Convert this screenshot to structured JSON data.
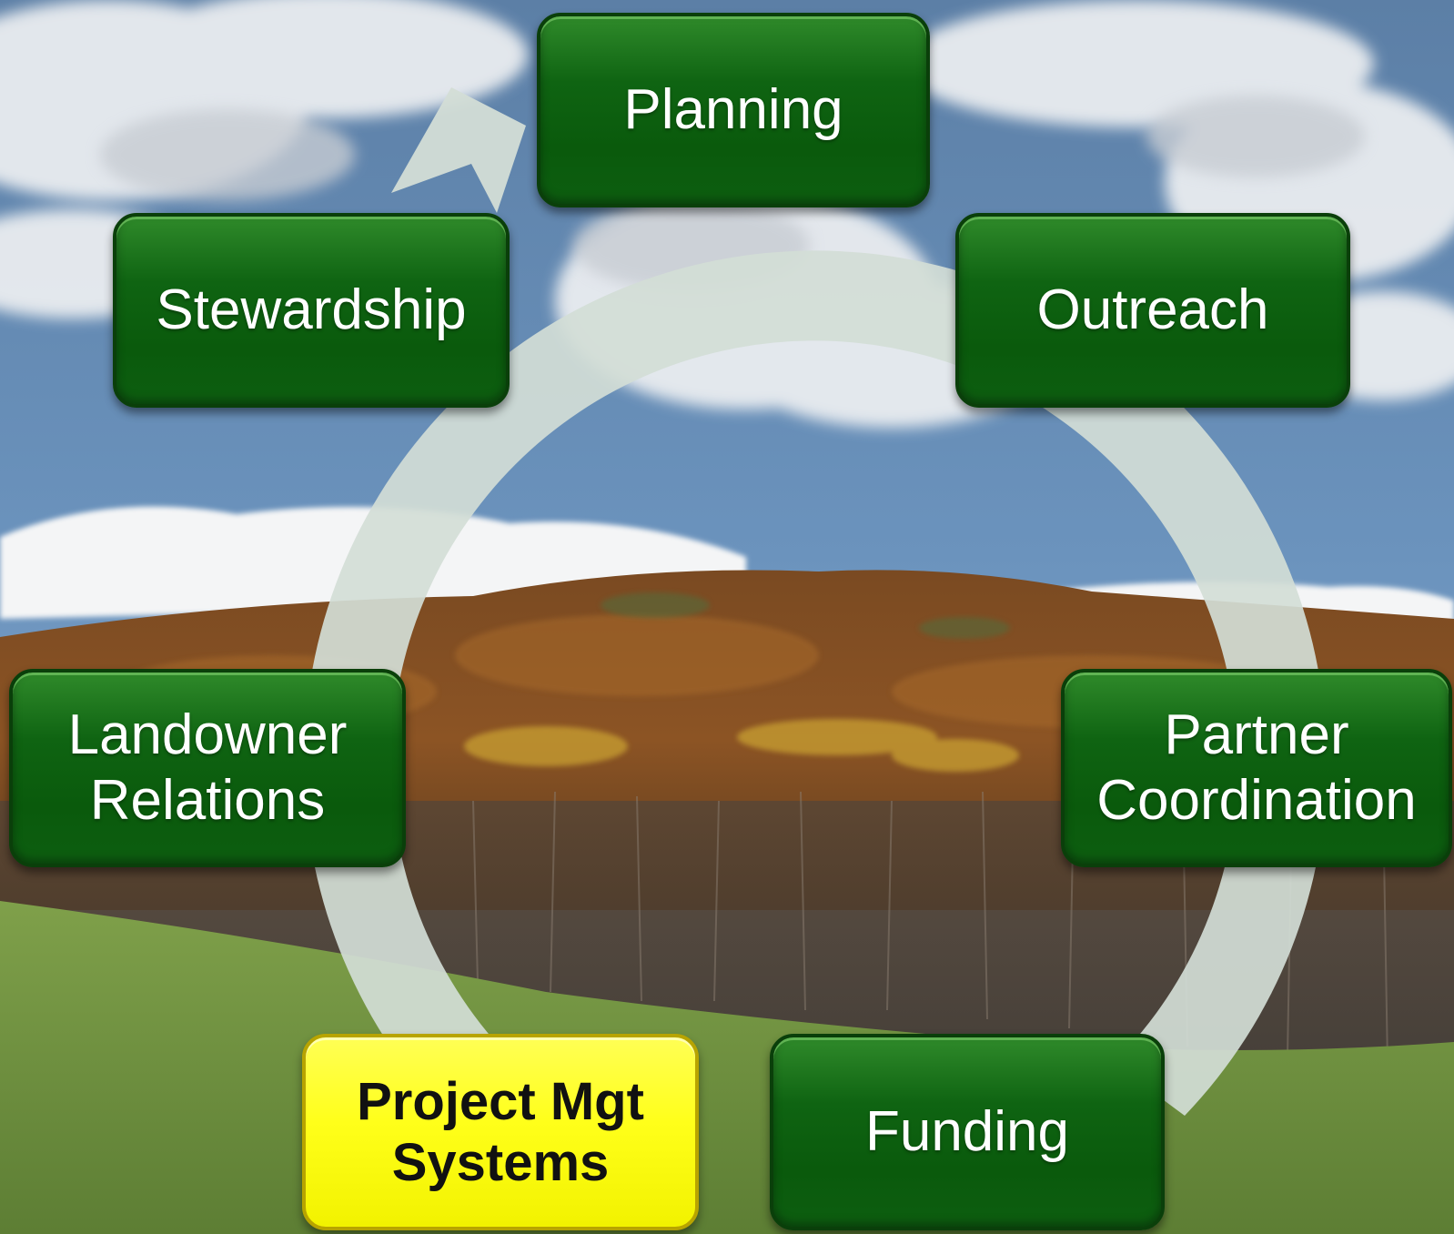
{
  "diagram": {
    "nodes": [
      {
        "id": "planning",
        "lines": [
          "Planning"
        ],
        "style": "green"
      },
      {
        "id": "outreach",
        "lines": [
          "Outreach"
        ],
        "style": "green"
      },
      {
        "id": "partner-coordination",
        "lines": [
          "Partner",
          "Coordination"
        ],
        "style": "green"
      },
      {
        "id": "funding",
        "lines": [
          "Funding"
        ],
        "style": "green"
      },
      {
        "id": "project-mgt-systems",
        "lines": [
          "Project Mgt",
          "Systems"
        ],
        "style": "yellow",
        "highlighted": true
      },
      {
        "id": "landowner-relations",
        "lines": [
          "Landowner",
          "Relations"
        ],
        "style": "green"
      },
      {
        "id": "stewardship",
        "lines": [
          "Stewardship"
        ],
        "style": "green"
      }
    ],
    "cycle_direction": "clockwise",
    "colors": {
      "node_green": "#0f6412",
      "node_highlight": "#ffff1a",
      "cycle_arrow": "#d2dcd6"
    }
  }
}
